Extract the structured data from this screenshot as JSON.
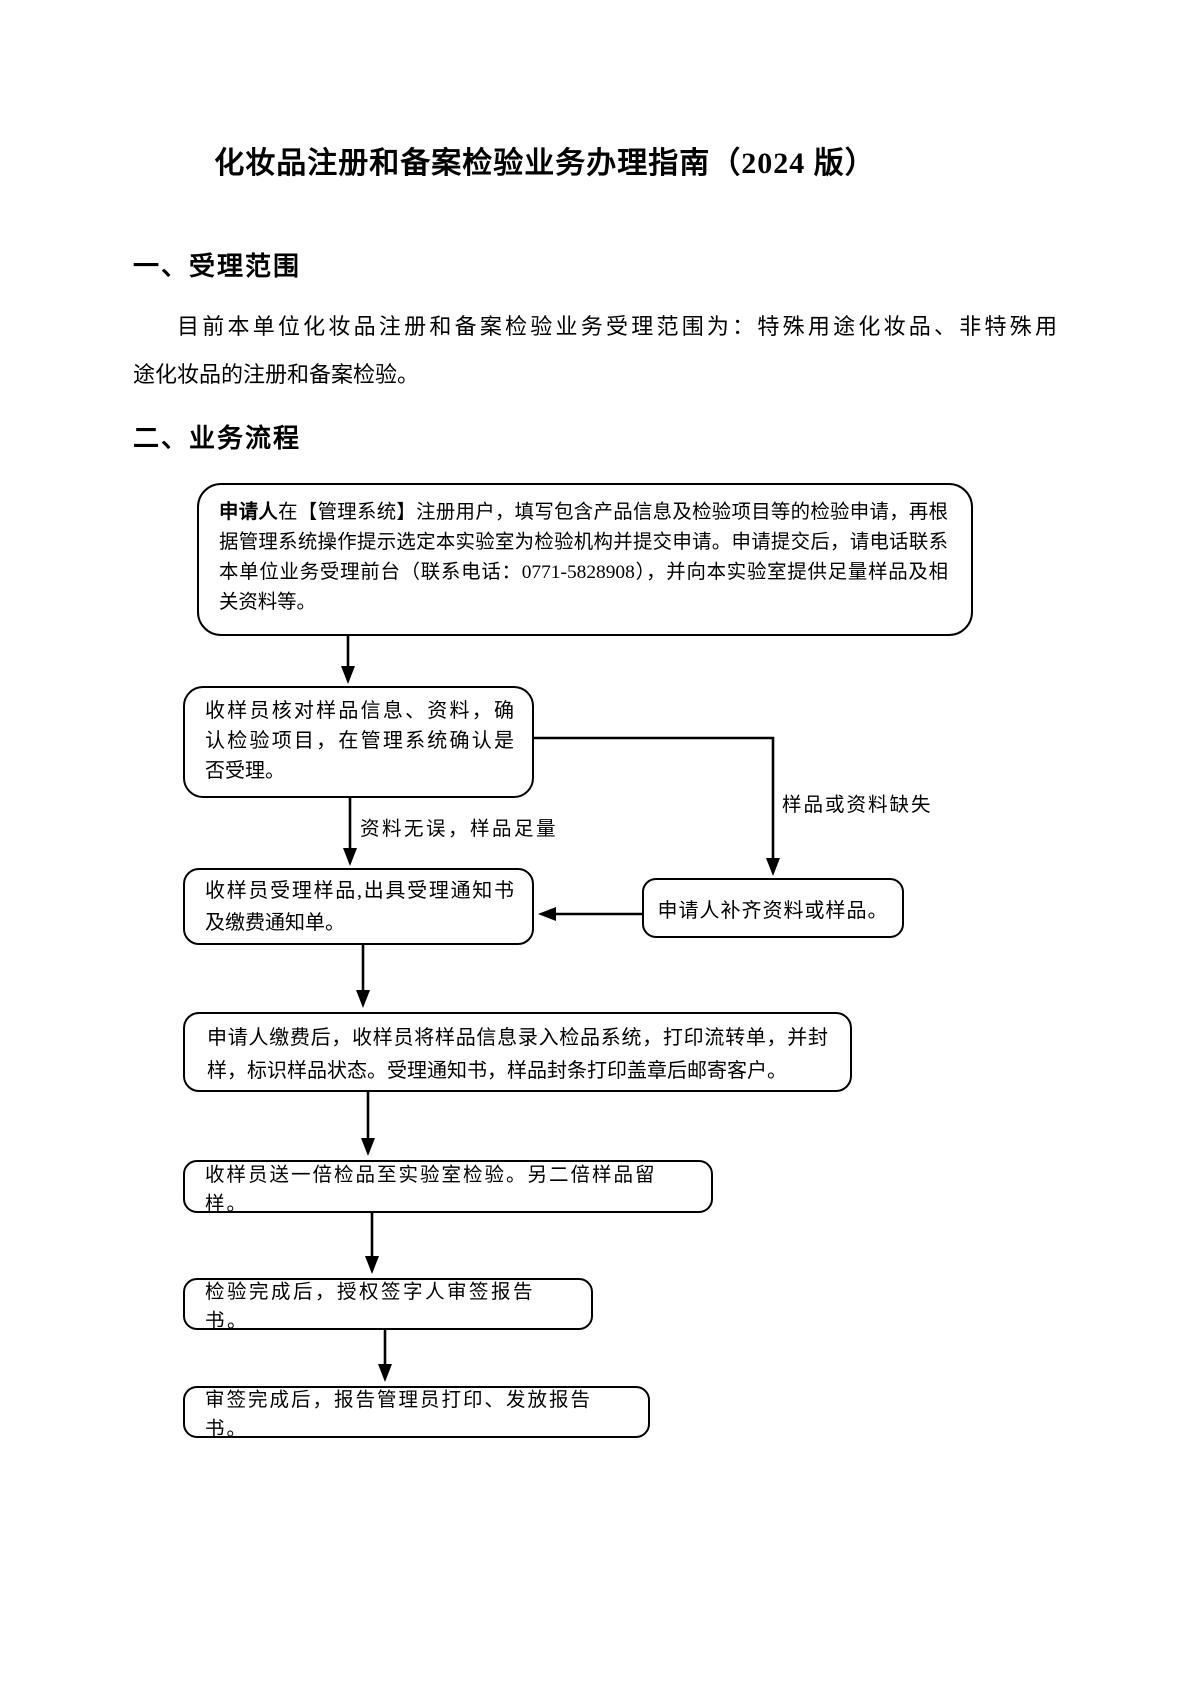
{
  "page": {
    "title": "化妆品注册和备案检验业务办理指南（2024 版）",
    "section_scope": {
      "heading": "一、受理范围",
      "body_lines": [
        "目前本单位化妆品注册和备案检验业务受理范围为：特殊用途化妆品、非特殊用",
        "途化妆品的注册和备案检验。"
      ]
    },
    "section_flow": {
      "heading": "二、业务流程"
    }
  },
  "flowchart": {
    "apply": {
      "lead": "申请人",
      "line1_rest": "在【管理系统】注册用户，填写包含产品信息及检验项目等的检验申请，再根",
      "lines": [
        "据管理系统操作提示选定本实验室为检验机构并提交申请。申请提交后，请电话联系",
        "本单位业务受理前台（联系电话：0771-5828908），并向本实验室提供足量样品及相",
        "关资料等。"
      ]
    },
    "check": {
      "lines": [
        "收样员核对样品信息、资料，确",
        "认检验项目，在管理系统确认是",
        "否受理。"
      ]
    },
    "accept": {
      "lines": [
        "收样员受理样品,出具受理通知书",
        "及缴费通知单。"
      ]
    },
    "supplement": {
      "text": "申请人补齐资料或样品。"
    },
    "payment": {
      "lines": [
        "申请人缴费后，收样员将样品信息录入检品系统，打印流转单，并封",
        "样，标识样品状态。受理通知书，样品封条打印盖章后邮寄客户。"
      ]
    },
    "send_lab": {
      "text": "收样员送一倍检品至实验室检验。另二倍样品留样。"
    },
    "sign": {
      "text": "检验完成后，授权签字人审签报告书。"
    },
    "issue": {
      "text": "审签完成后，报告管理员打印、发放报告书。"
    },
    "labels": {
      "ok": "资料无误，样品足量",
      "missing": "样品或资料缺失"
    }
  }
}
